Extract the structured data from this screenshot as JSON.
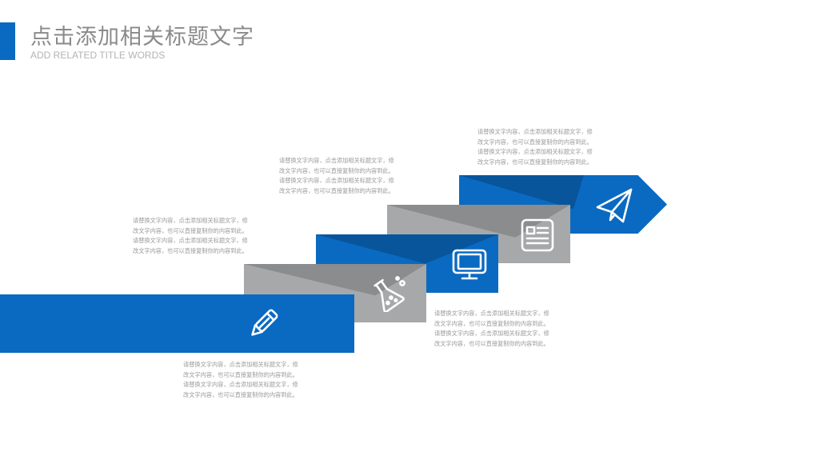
{
  "header": {
    "title": "点击添加相关标题文字",
    "subtitle": "ADD RELATED TITLE WORDS"
  },
  "colors": {
    "accent": "#0a6ac2",
    "grey": "#a7a8aa",
    "text": "#9a9a9a"
  },
  "steps": [
    {
      "icon": "pencil-icon"
    },
    {
      "icon": "flask-icon"
    },
    {
      "icon": "monitor-icon"
    },
    {
      "icon": "document-icon"
    },
    {
      "icon": "paper-plane-icon"
    }
  ],
  "descriptions": [
    {
      "lines": [
        "请替换文字内容，点击添加相关标题文字，修",
        "改文字内容，也可以直接复制你的内容到此。",
        "请替换文字内容，点击添加相关标题文字，修",
        "改文字内容，也可以直接复制你的内容到此。"
      ]
    },
    {
      "lines": [
        "请替换文字内容，点击添加相关标题文字，修",
        "改文字内容，也可以直接复制你的内容到此。",
        "请替换文字内容，点击添加相关标题文字，修",
        "改文字内容，也可以直接复制你的内容到此。"
      ]
    },
    {
      "lines": [
        "请替换文字内容，点击添加相关标题文字，修",
        "改文字内容，也可以直接复制你的内容到此。",
        "请替换文字内容，点击添加相关标题文字，修",
        "改文字内容，也可以直接复制你的内容到此。"
      ]
    },
    {
      "lines": [
        "请替换文字内容，点击添加相关标题文字，修",
        "改文字内容，也可以直接复制你的内容到此。",
        "请替换文字内容，点击添加相关标题文字，修",
        "改文字内容，也可以直接复制你的内容到此。"
      ]
    },
    {
      "lines": [
        "请替换文字内容，点击添加相关标题文字，修",
        "改文字内容，也可以直接复制你的内容到此。",
        "请替换文字内容，点击添加相关标题文字，修",
        "改文字内容，也可以直接复制你的内容到此。"
      ]
    }
  ]
}
